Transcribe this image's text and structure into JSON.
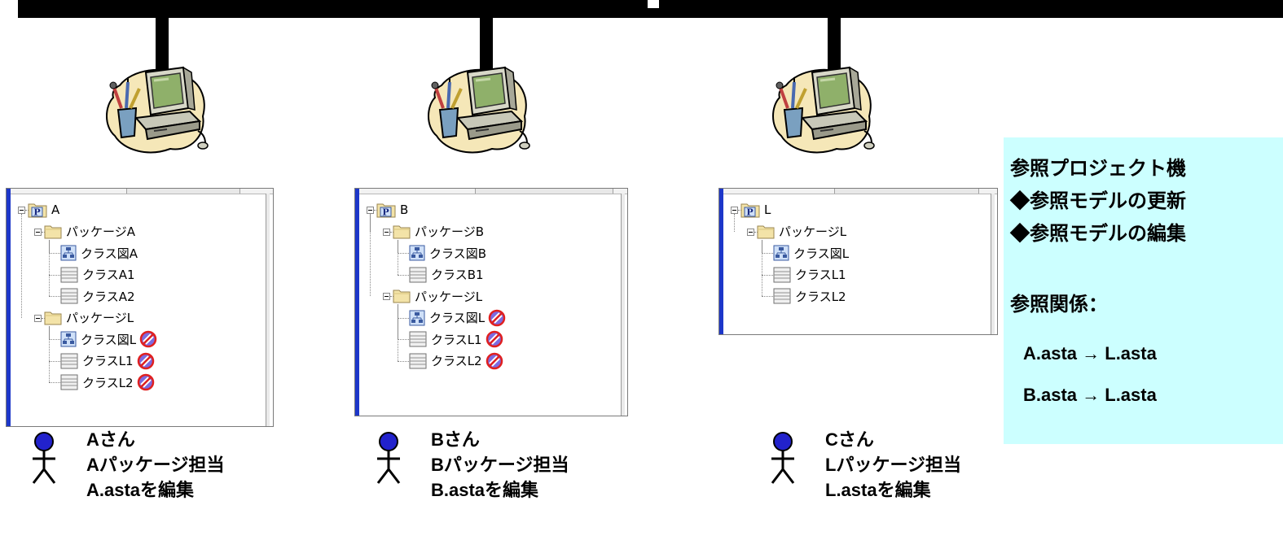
{
  "network": {
    "description_visible": false
  },
  "panels": [
    {
      "id": "A",
      "tree": [
        {
          "level": 0,
          "type": "project",
          "label": "A"
        },
        {
          "level": 1,
          "type": "package",
          "label": "パッケージA"
        },
        {
          "level": 2,
          "type": "diagram",
          "label": "クラス図A",
          "referenced": false
        },
        {
          "level": 2,
          "type": "class",
          "label": "クラスA1",
          "referenced": false
        },
        {
          "level": 2,
          "type": "class",
          "label": "クラスA2",
          "referenced": false
        },
        {
          "level": 1,
          "type": "package",
          "label": "パッケージL"
        },
        {
          "level": 2,
          "type": "diagram",
          "label": "クラス図L",
          "referenced": true
        },
        {
          "level": 2,
          "type": "class",
          "label": "クラスL1",
          "referenced": true
        },
        {
          "level": 2,
          "type": "class",
          "label": "クラスL2",
          "referenced": true
        }
      ]
    },
    {
      "id": "B",
      "tree": [
        {
          "level": 0,
          "type": "project",
          "label": "B"
        },
        {
          "level": 1,
          "type": "package",
          "label": "パッケージB"
        },
        {
          "level": 2,
          "type": "diagram",
          "label": "クラス図B",
          "referenced": false
        },
        {
          "level": 2,
          "type": "class",
          "label": "クラスB1",
          "referenced": false
        },
        {
          "level": 1,
          "type": "package",
          "label": "パッケージL"
        },
        {
          "level": 2,
          "type": "diagram",
          "label": "クラス図L",
          "referenced": true
        },
        {
          "level": 2,
          "type": "class",
          "label": "クラスL1",
          "referenced": true
        },
        {
          "level": 2,
          "type": "class",
          "label": "クラスL2",
          "referenced": true
        }
      ]
    },
    {
      "id": "L",
      "tree": [
        {
          "level": 0,
          "type": "project",
          "label": "L"
        },
        {
          "level": 1,
          "type": "package",
          "label": "パッケージL"
        },
        {
          "level": 2,
          "type": "diagram",
          "label": "クラス図L",
          "referenced": false
        },
        {
          "level": 2,
          "type": "class",
          "label": "クラスL1",
          "referenced": false
        },
        {
          "level": 2,
          "type": "class",
          "label": "クラスL2",
          "referenced": false
        }
      ]
    }
  ],
  "people": [
    {
      "name": "Aさん",
      "role": "Aパッケージ担当",
      "task": "A.astaを編集"
    },
    {
      "name": "Bさん",
      "role": "Bパッケージ担当",
      "task": "B.astaを編集"
    },
    {
      "name": "Cさん",
      "role": "Lパッケージ担当",
      "task": "L.astaを編集"
    }
  ],
  "info": {
    "title": "参照プロジェクト機",
    "bullet1": "◆参照モデルの更新",
    "bullet2": "◆参照モデルの編集",
    "relation_title": "参照関係：",
    "rel1": "A.asta → L.asta",
    "rel2": "B.asta → L.asta"
  },
  "colors": {
    "info_bg": "#ccffff",
    "person_head": "#2222cc",
    "panel_stripe": "#1d37c9",
    "referenced_icon": "#e02020"
  }
}
